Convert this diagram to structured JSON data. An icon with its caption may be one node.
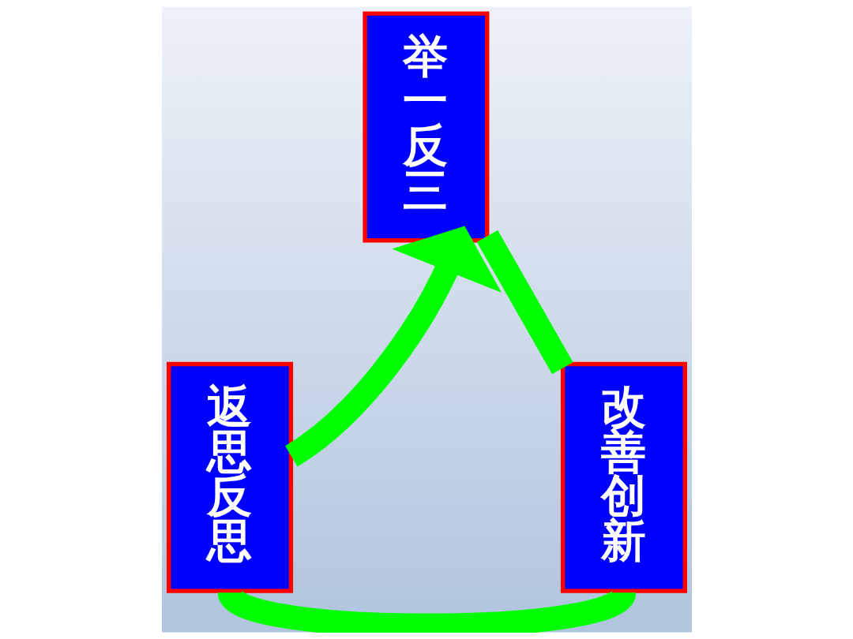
{
  "diagram": {
    "nodes": [
      {
        "text": [
          "举一反三"
        ]
      },
      {
        "text": [
          "返思反思"
        ]
      },
      {
        "text": [
          "改善创新"
        ]
      }
    ],
    "edges": [
      {
        "from": 0,
        "to": 2,
        "arrow": "none"
      },
      {
        "from": 2,
        "to": 1,
        "arrow": "none"
      },
      {
        "from": 1,
        "to": 0,
        "arrow": "to"
      }
    ]
  }
}
